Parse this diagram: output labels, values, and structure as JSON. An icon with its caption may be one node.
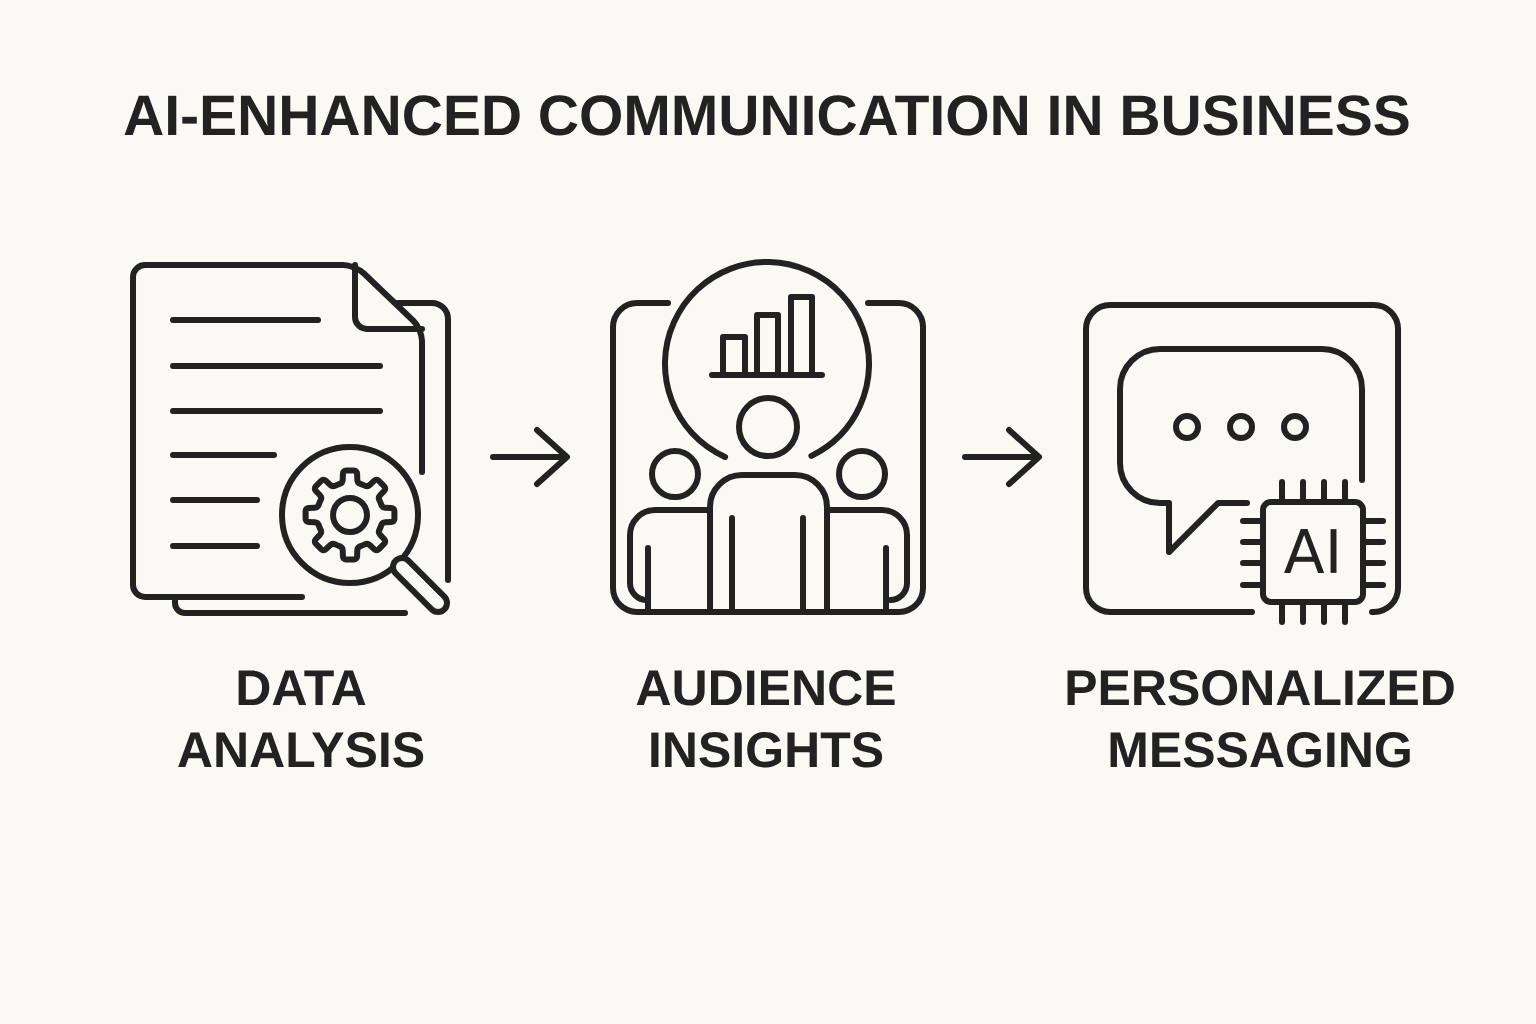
{
  "diagram": {
    "title": "AI-ENHANCED COMMUNICATION IN BUSINESS",
    "nodes": [
      {
        "text": [
          "DATA ANALYSIS"
        ]
      },
      {
        "text": [
          "AUDIENCE INSIGHTS"
        ]
      },
      {
        "text": [
          "PERSONALIZED MESSAGING"
        ]
      }
    ],
    "edges": [
      {
        "from": 0,
        "to": 1,
        "arrow": "to"
      },
      {
        "from": 1,
        "to": 2,
        "arrow": "to"
      }
    ],
    "labels": [
      "AI"
    ]
  }
}
